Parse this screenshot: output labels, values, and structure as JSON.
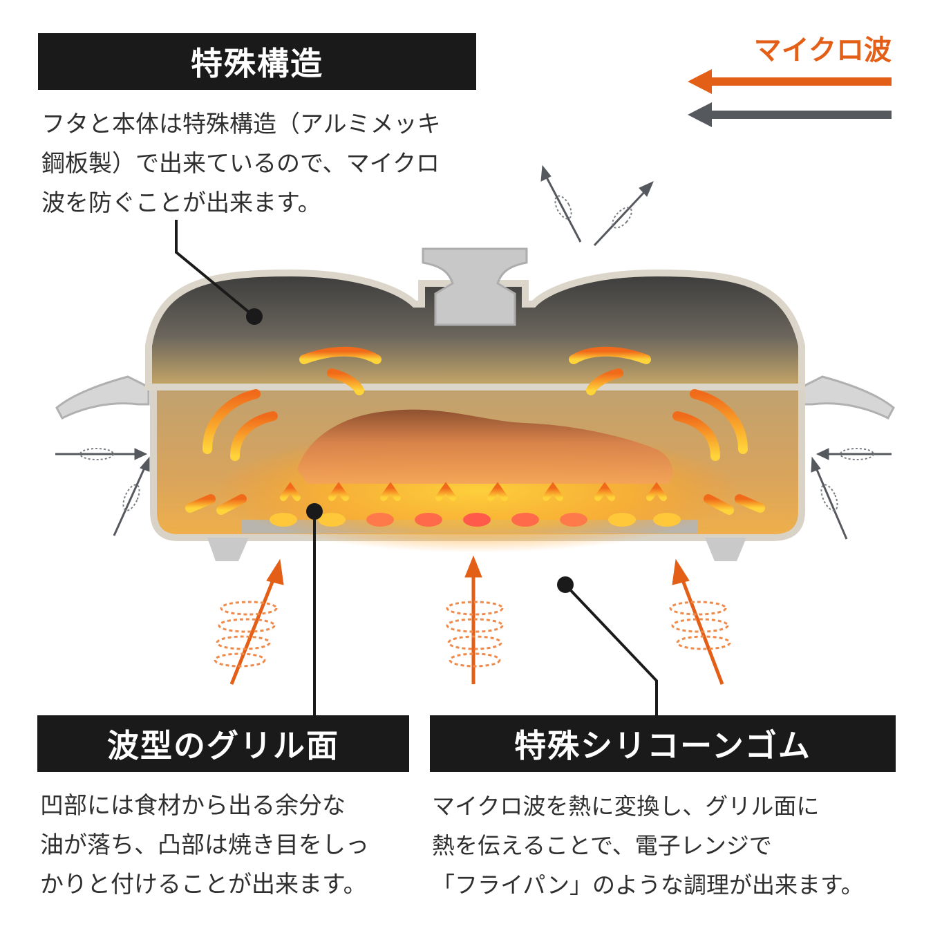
{
  "colors": {
    "microwave": "#e35f17",
    "blocked": "#55585d",
    "title_bg": "#1a1a1a"
  },
  "legend": {
    "microwave_label": "マイクロ波"
  },
  "special_structure": {
    "title": "特殊構造",
    "lines": [
      "フタと本体は特殊構造（アルミメッキ",
      "鋼板製）で出来ているので、マイクロ",
      "波を防ぐことが出来ます。"
    ]
  },
  "wave_grill": {
    "title": "波型のグリル面",
    "lines": [
      "凹部には食材から出る余分な",
      "油が落ち、凸部は焼き目をしっ",
      "かりと付けることが出来ます。"
    ]
  },
  "silicone": {
    "title": "特殊シリコーンゴム",
    "lines": [
      "マイクロ波を熱に変換し、グリル面に",
      "熱を伝えることで、電子レンジで",
      "「フライパン」のような調理が出来ます。"
    ]
  }
}
